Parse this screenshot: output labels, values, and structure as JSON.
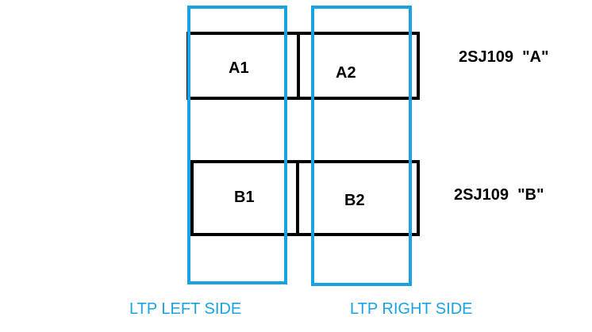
{
  "colors": {
    "outline": "#000000",
    "side": "#1aa3e0"
  },
  "cells": {
    "a1": "A1",
    "a2": "A2",
    "b1": "B1",
    "b2": "B2"
  },
  "parts": {
    "a": "2SJ109  \"A\"",
    "b": "2SJ109  \"B\""
  },
  "sides": {
    "left": "LTP LEFT SIDE",
    "right": "LTP RIGHT SIDE"
  }
}
